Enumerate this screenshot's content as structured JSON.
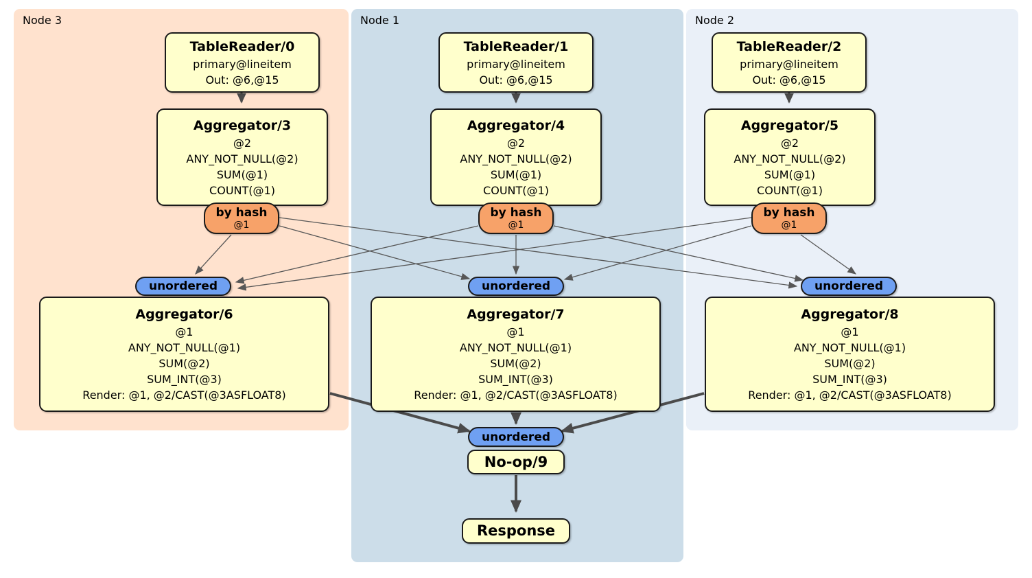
{
  "panels": {
    "node3": {
      "label": "Node 3"
    },
    "node1": {
      "label": "Node 1"
    },
    "node2": {
      "label": "Node 2"
    }
  },
  "nodes": {
    "tr0": {
      "title": "TableReader/0",
      "lines": [
        "primary@lineitem",
        "Out: @6,@15"
      ]
    },
    "tr1": {
      "title": "TableReader/1",
      "lines": [
        "primary@lineitem",
        "Out: @6,@15"
      ]
    },
    "tr2": {
      "title": "TableReader/2",
      "lines": [
        "primary@lineitem",
        "Out: @6,@15"
      ]
    },
    "agg3": {
      "title": "Aggregator/3",
      "lines": [
        "@2",
        "ANY_NOT_NULL(@2)",
        "SUM(@1)",
        "COUNT(@1)"
      ]
    },
    "agg4": {
      "title": "Aggregator/4",
      "lines": [
        "@2",
        "ANY_NOT_NULL(@2)",
        "SUM(@1)",
        "COUNT(@1)"
      ]
    },
    "agg5": {
      "title": "Aggregator/5",
      "lines": [
        "@2",
        "ANY_NOT_NULL(@2)",
        "SUM(@1)",
        "COUNT(@1)"
      ]
    },
    "router0": {
      "title": "by hash",
      "sub": "@1"
    },
    "router1": {
      "title": "by hash",
      "sub": "@1"
    },
    "router2": {
      "title": "by hash",
      "sub": "@1"
    },
    "sync6": {
      "label": "unordered"
    },
    "sync7": {
      "label": "unordered"
    },
    "sync8": {
      "label": "unordered"
    },
    "agg6": {
      "title": "Aggregator/6",
      "lines": [
        "@1",
        "ANY_NOT_NULL(@1)",
        "SUM(@2)",
        "SUM_INT(@3)",
        "Render: @1, @2/CAST(@3ASFLOAT8)"
      ]
    },
    "agg7": {
      "title": "Aggregator/7",
      "lines": [
        "@1",
        "ANY_NOT_NULL(@1)",
        "SUM(@2)",
        "SUM_INT(@3)",
        "Render: @1, @2/CAST(@3ASFLOAT8)"
      ]
    },
    "agg8": {
      "title": "Aggregator/8",
      "lines": [
        "@1",
        "ANY_NOT_NULL(@1)",
        "SUM(@2)",
        "SUM_INT(@3)",
        "Render: @1, @2/CAST(@3ASFLOAT8)"
      ]
    },
    "sync9": {
      "label": "unordered"
    },
    "noop9": {
      "title": "No-op/9"
    },
    "response": {
      "title": "Response"
    }
  },
  "colors": {
    "node3_bg": "#ffe2ce",
    "node1_bg": "#ccdde9",
    "node2_bg": "#eaf0f8",
    "processor_bg": "#ffffcc",
    "router_bg": "#f7a269",
    "sync_bg": "#6fa0f2",
    "edge_thin": "#575757",
    "edge_thick": "#4b4b4b"
  }
}
